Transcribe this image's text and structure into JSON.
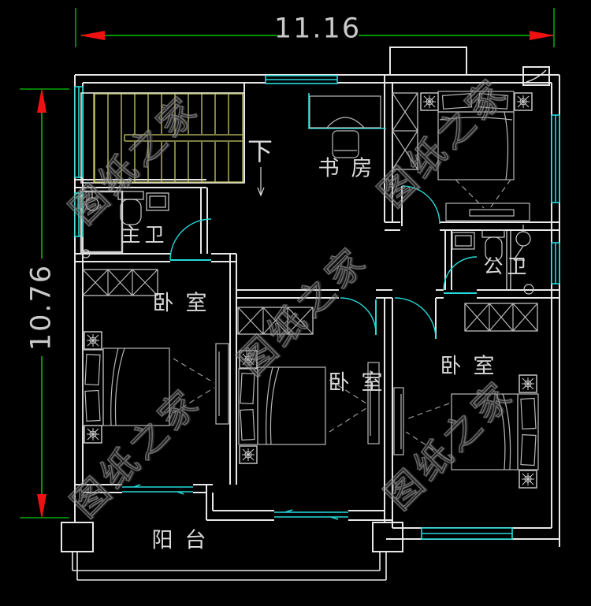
{
  "drawing": {
    "type": "floor-plan",
    "colors": {
      "background": "#000000",
      "wall": "#e8e8e8",
      "window": "#25d9d9",
      "stairs": "#c9c96a",
      "furniture": "#b9b9b9",
      "dimension_line": "#00a800",
      "dimension_arrow": "#ee1111",
      "text": "#d9d9d9",
      "watermark": "#8a8a8a"
    }
  },
  "dimensions": {
    "top_width": "11.16",
    "left_height": "10.76"
  },
  "rooms": {
    "study": "书房",
    "stairs_down": "下",
    "master_bath": "主卫",
    "public_bath": "公卫",
    "bedroom_left": "卧室",
    "bedroom_middle": "卧室",
    "bedroom_right": "卧室",
    "balcony": "阳台"
  },
  "watermark": {
    "text": "图纸之家"
  }
}
